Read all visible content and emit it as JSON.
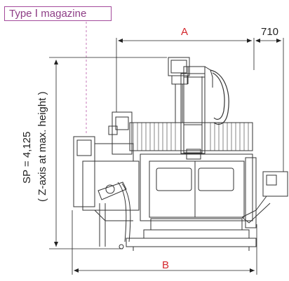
{
  "magazine_label": "Type Ⅰ magazine",
  "dimensions": {
    "a_label": "A",
    "b_label": "B",
    "right_offset": "710",
    "height_line1": "SP = 4,125",
    "height_line2": "( Z-axis at max. height )"
  },
  "colors": {
    "dimension_red": "#d4262b",
    "label_purple": "#a44a9b",
    "machine_line": "#333333"
  }
}
